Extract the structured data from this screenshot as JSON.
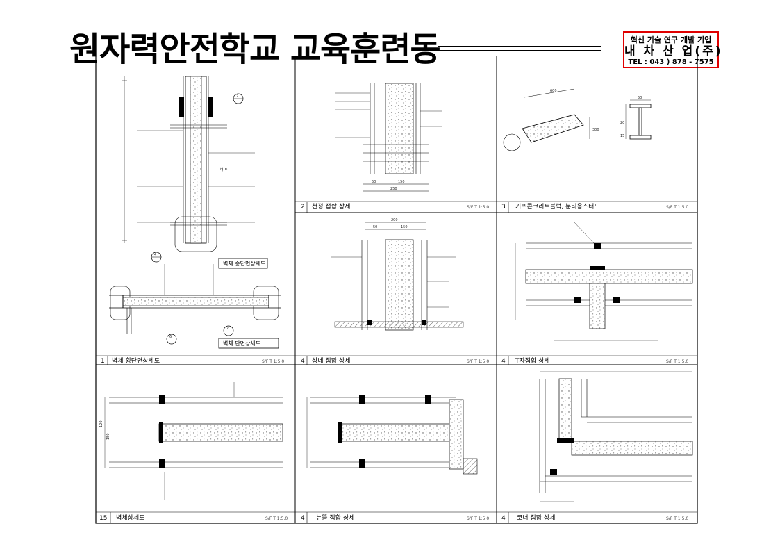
{
  "title": "원자력안전학교 교육훈련동",
  "stamp": {
    "tagline": "혁신 기술 연구 개발 기업",
    "company": "내 차 산 업(주)",
    "tel": "TEL : 043 ) 878 - 7575",
    "border_color": "#e00000"
  },
  "panels": [
    {
      "num": "1",
      "caption": "벽체 횡단면상세도",
      "scale": "S/F T 1:5.0",
      "box_labels": [
        "벽체 종단면상세도",
        "벽체 단면상세도"
      ],
      "label_one": "벽 두"
    },
    {
      "num": "2",
      "caption": "천정 접합 상세",
      "scale": "S/F T 1:5.0"
    },
    {
      "num": "3",
      "caption": "기포콘크리트블럭, 분리용스터드",
      "scale": "S/F T 1:5.0"
    },
    {
      "num": "4",
      "caption": "상네 접합 상세",
      "scale": "S/F T 1:5.0"
    },
    {
      "num": "4",
      "caption": "T자접합 상세",
      "scale": "S/F T 1:5.0"
    },
    {
      "num": "15",
      "caption": "벽체상세도",
      "scale": "S/F T 1:5.0"
    },
    {
      "num": "4",
      "caption": "뉴뜰 접합 상세",
      "scale": "S/F T 1:5.0"
    },
    {
      "num": "4",
      "caption": "코너 접합 상세",
      "scale": "S/F T 1:5.0"
    }
  ],
  "callouts": [
    "2",
    "4",
    "6",
    "7"
  ],
  "dims": {
    "p2": [
      "50",
      "150",
      "250"
    ],
    "p3": [
      "600",
      "300",
      "50",
      "20",
      "15"
    ],
    "p4": [
      "200",
      "50",
      "150"
    ],
    "p15": [
      "120",
      "150"
    ]
  }
}
